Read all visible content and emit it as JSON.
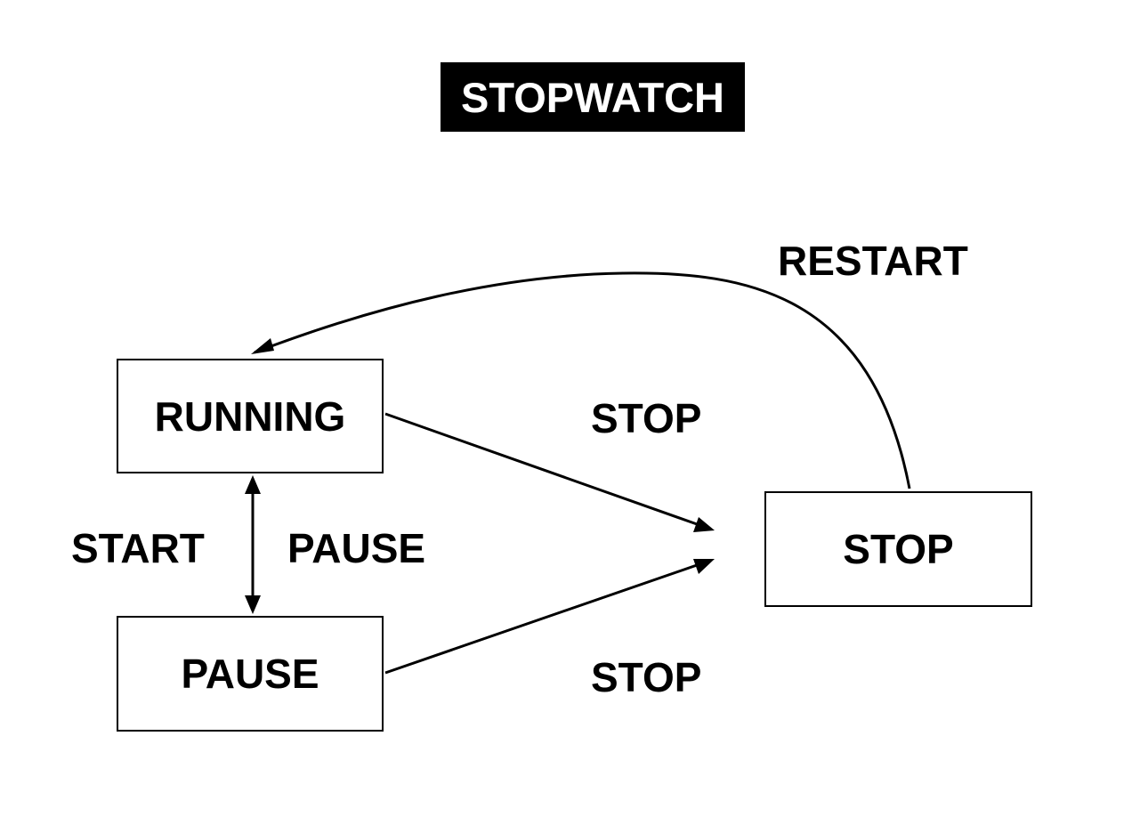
{
  "title": "STOPWATCH",
  "states": {
    "running": "RUNNING",
    "pause": "PAUSE",
    "stop": "STOP"
  },
  "transitions": {
    "restart": "RESTART",
    "stop_from_running": "STOP",
    "stop_from_pause": "STOP",
    "start": "START",
    "pause": "PAUSE"
  },
  "colors": {
    "stroke": "#000000",
    "title_background": "#000000",
    "title_text": "#ffffff"
  }
}
